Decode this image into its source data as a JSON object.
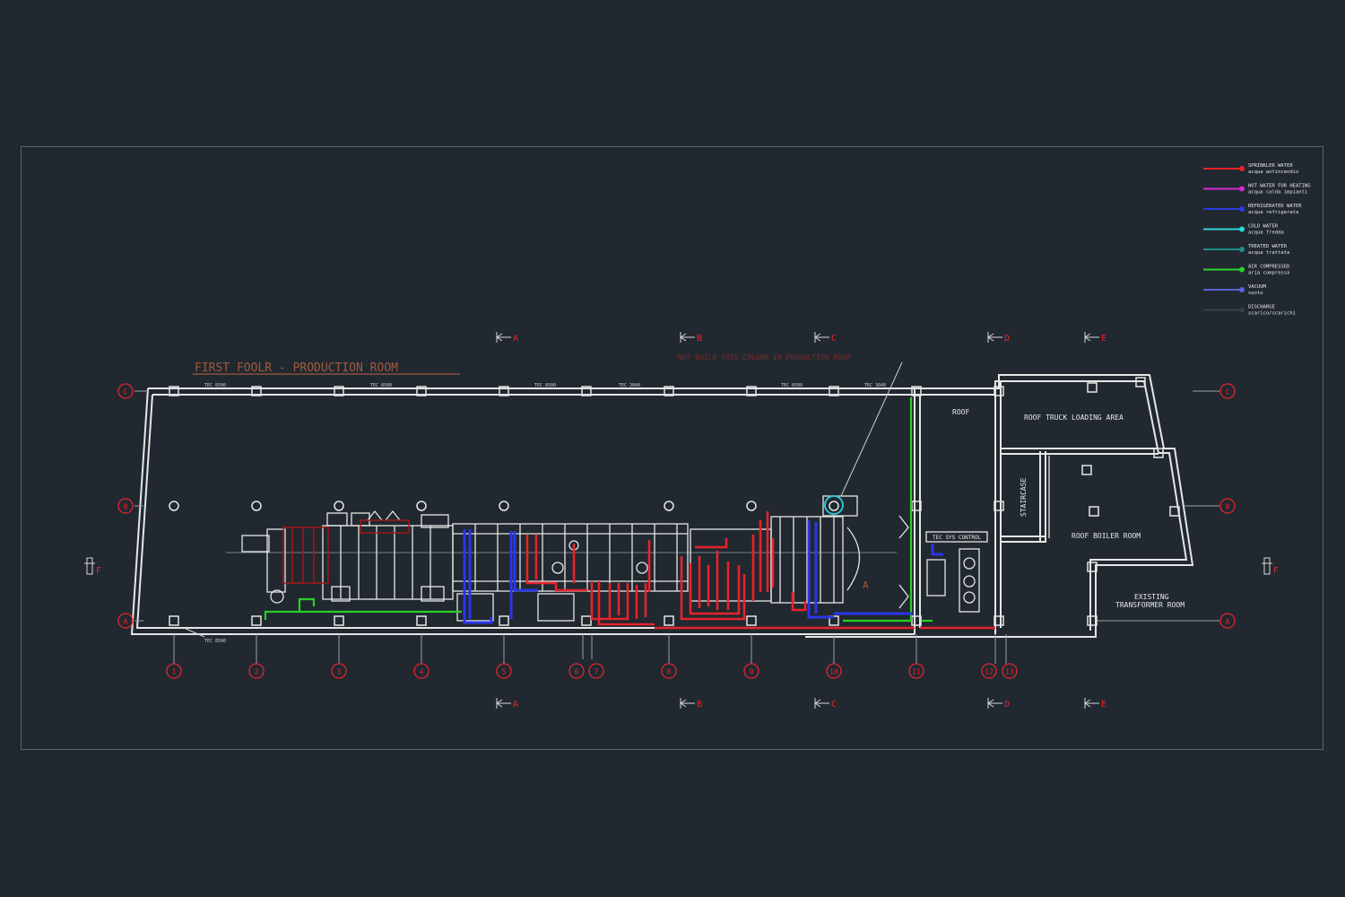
{
  "drawing": {
    "title": "FIRST FOOLR - PRODUCTION ROOM",
    "note": "NOT BUILD THIS COLUMN IN PRODUCTION ROOM",
    "rooms": {
      "roof": "ROOF",
      "roof_truck": "ROOF TRUCK LOADING AREA",
      "staircase": "STAIRCASE",
      "roof_boiler": "ROOF BOILER ROOM",
      "transformer_1": "EXISTING",
      "transformer_2": "TRANSFORMER ROOM",
      "equipment_label": "TEC SYS CONTROL"
    },
    "grid_numbers": [
      "1",
      "2",
      "3",
      "4",
      "5",
      "6",
      "7",
      "8",
      "9",
      "10",
      "11",
      "12",
      "13"
    ],
    "grid_rows": [
      "C",
      "B",
      "A"
    ],
    "sections": [
      "A",
      "B",
      "C",
      "D",
      "E"
    ],
    "side_marks": [
      "F",
      "F"
    ],
    "area_mark": "A",
    "dims_top": [
      "TEC 8500",
      "TEC 8500",
      "TEC 8500",
      "TEC 3040",
      "TEC 8500",
      "TEC 3040"
    ],
    "dim_bottom": "TEC 8500"
  },
  "legend": [
    {
      "line1": "SPRINKLER WATER",
      "line2": "acqua antincendio",
      "color": "#e8232a"
    },
    {
      "line1": "HOT WATER FOR HEATING",
      "line2": "acqua calda impianti",
      "color": "#d42ad4"
    },
    {
      "line1": "REFRIGERATED WATER",
      "line2": "acqua refrigerata",
      "color": "#2a3ce0"
    },
    {
      "line1": "COLD WATER",
      "line2": "acqua fredda",
      "color": "#2ad6d6"
    },
    {
      "line1": "TREATED WATER",
      "line2": "acqua trattata",
      "color": "#1f8c8c"
    },
    {
      "line1": "AIR COMPRESSED",
      "line2": "aria compressa",
      "color": "#2ad42a"
    },
    {
      "line1": "VACUUM",
      "line2": "vuoto",
      "color": "#5a62d8"
    },
    {
      "line1": "DISCHARGE",
      "line2": "scarico/scarichi",
      "color": "#3a3f46"
    }
  ]
}
